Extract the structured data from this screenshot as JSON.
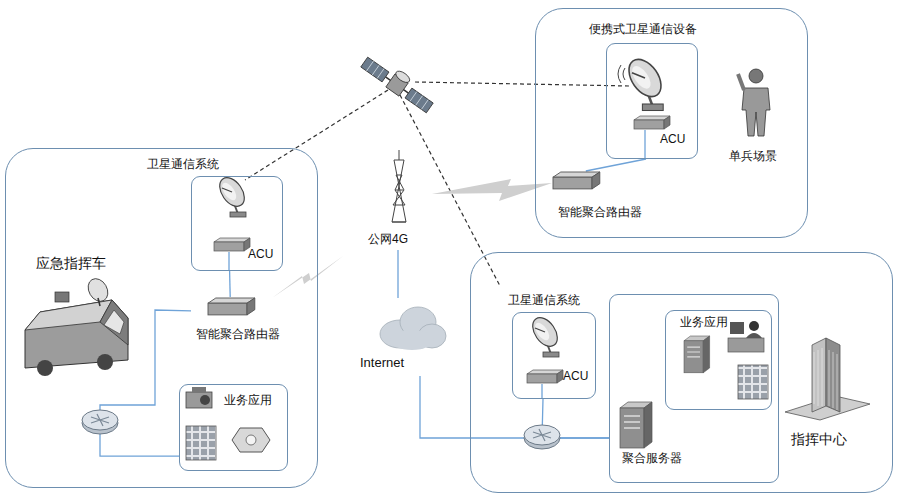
{
  "diagram": {
    "nodes": [
      {
        "text": [
          "应急指挥车"
        ]
      },
      {
        "text": [
          "卫星通信系统",
          "ACU"
        ],
        "in": 0
      },
      {
        "text": [
          "智能聚合路由器"
        ],
        "in": 0
      },
      {
        "text": [
          "业务应用"
        ],
        "in": 0
      },
      {
        "text": [
          "便携式卫星通信设备",
          "单兵场景"
        ]
      },
      {
        "text": [
          "ACU"
        ],
        "in": 4
      },
      {
        "text": [
          "智能聚合路由器"
        ],
        "in": 4
      },
      {
        "text": [
          "公网4G"
        ]
      },
      {
        "text": [
          "Internet"
        ]
      },
      {
        "text": [
          "指挥中心"
        ]
      },
      {
        "text": [
          "卫星通信系统",
          "ACU"
        ],
        "in": 9
      },
      {
        "text": [
          "聚合服务器"
        ],
        "in": 9
      },
      {
        "text": [
          "业务应用"
        ],
        "in": 11
      }
    ],
    "edges": [
      {
        "from": 2,
        "to": 1,
        "arrow": "none"
      },
      {
        "from": 2,
        "to": 3,
        "arrow": "none"
      },
      {
        "from": 5,
        "to": 6,
        "arrow": "none"
      },
      {
        "from": 7,
        "to": 8,
        "arrow": "none"
      },
      {
        "from": 8,
        "to": 11,
        "arrow": "none"
      },
      {
        "from": 10,
        "to": 11,
        "arrow": "none"
      }
    ]
  }
}
